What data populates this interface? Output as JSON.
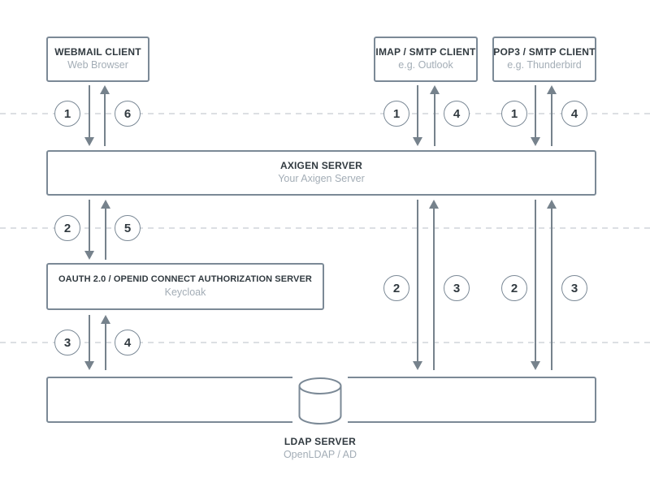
{
  "nodes": {
    "webmail": {
      "title": "WEBMAIL CLIENT",
      "subtitle": "Web Browser"
    },
    "imap_client": {
      "title": "IMAP / SMTP CLIENT",
      "subtitle": "e.g. Outlook"
    },
    "pop3_client": {
      "title": "POP3 / SMTP CLIENT",
      "subtitle": "e.g. Thunderbird"
    },
    "axigen": {
      "title": "AXIGEN SERVER",
      "subtitle": "Your Axigen Server"
    },
    "oauth": {
      "title": "OAUTH 2.0 / OPENID CONNECT AUTHORIZATION SERVER",
      "subtitle": "Keycloak"
    },
    "ldap": {
      "title": "LDAP SERVER",
      "subtitle": "OpenLDAP / AD"
    }
  },
  "steps": {
    "webmail_to_axigen": "1",
    "axigen_to_webmail": "6",
    "axigen_to_oauth": "2",
    "oauth_to_axigen": "5",
    "oauth_to_ldap": "3",
    "ldap_to_oauth": "4",
    "imap_to_axigen": "1",
    "axigen_to_imap": "4",
    "pop3_to_axigen": "1",
    "axigen_to_pop3": "4",
    "axigen_to_ldap_imap_lane": "2",
    "ldap_to_axigen_imap_lane": "3",
    "axigen_to_ldap_pop3_lane": "2",
    "ldap_to_axigen_pop3_lane": "3"
  },
  "icons": {
    "database": "database-cylinder-icon"
  },
  "colors": {
    "background": "#ffffff",
    "box_border": "#7b8996",
    "title_text": "#313a40",
    "subtitle_text": "#a3adb6",
    "arrow": "#76828c",
    "dashed_line": "#dcdfe3"
  }
}
